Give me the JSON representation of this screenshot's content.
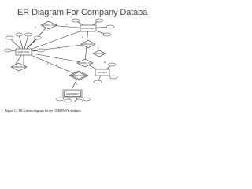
{
  "title": "ER Diagram For Company Databa",
  "caption": "Figure 3.2   ER schema diagram for the COMPANY database.",
  "diagram": {
    "entities": [
      "EMPLOYEE",
      "DEPARTMENT",
      "PROJECT",
      "DEPENDENT"
    ],
    "relationships": [
      "WORKS_FOR",
      "MANAGES",
      "WORKS_ON",
      "CONTROLS",
      "SUPERVISION",
      "DEPENDENTS_OF"
    ],
    "cardinalities": [
      "N",
      "1",
      "1",
      "1",
      "M",
      "N",
      "1",
      "N",
      "1",
      "N"
    ]
  }
}
